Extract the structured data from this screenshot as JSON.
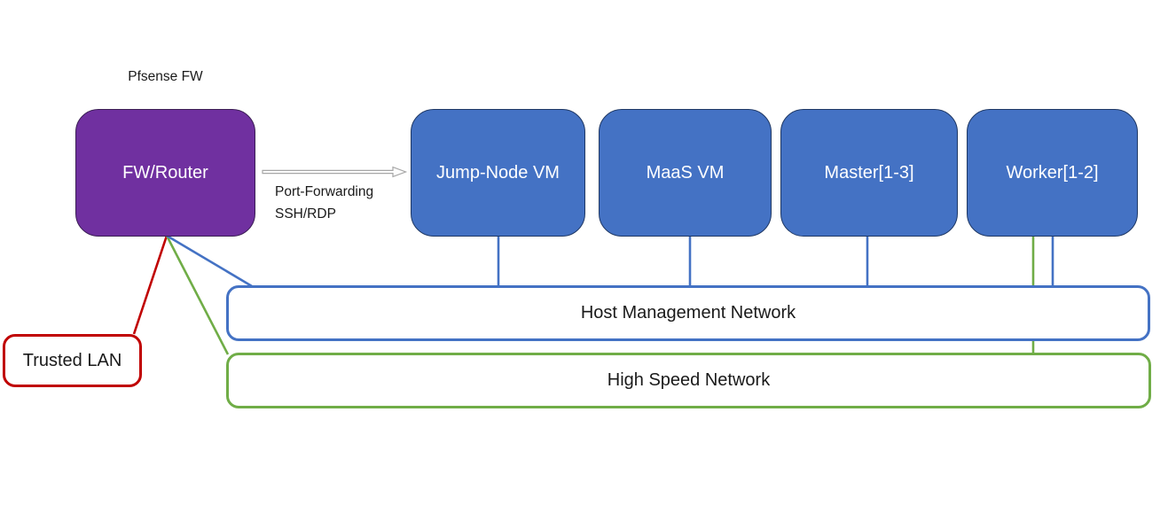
{
  "diagram": {
    "firewall": {
      "caption": "Pfsense FW",
      "label": "FW/Router"
    },
    "arrow": {
      "line1": "Port-Forwarding",
      "line2": "SSH/RDP"
    },
    "vm_nodes": [
      {
        "label": "Jump-Node VM"
      },
      {
        "label": "MaaS VM"
      },
      {
        "label": "Master[1-3]"
      },
      {
        "label": "Worker[1-2]"
      }
    ],
    "networks": [
      {
        "label": "Host Management Network"
      },
      {
        "label": "High Speed Network"
      }
    ],
    "trusted_lan": {
      "label": "Trusted LAN"
    },
    "links": [
      {
        "from": "FW/Router",
        "to": "Trusted LAN",
        "color": "red"
      },
      {
        "from": "FW/Router",
        "to": "Host Management Network",
        "color": "blue"
      },
      {
        "from": "FW/Router",
        "to": "High Speed Network",
        "color": "green"
      },
      {
        "from": "FW/Router",
        "to": "Jump-Node VM",
        "color": "gray",
        "type": "arrow"
      },
      {
        "from": "Jump-Node VM",
        "to": "Host Management Network",
        "color": "blue"
      },
      {
        "from": "MaaS VM",
        "to": "Host Management Network",
        "color": "blue"
      },
      {
        "from": "Master[1-3]",
        "to": "Host Management Network",
        "color": "blue"
      },
      {
        "from": "Worker[1-2]",
        "to": "Host Management Network",
        "color": "blue"
      },
      {
        "from": "Worker[1-2]",
        "to": "High Speed Network",
        "color": "green"
      }
    ],
    "colors": {
      "firewall_fill": "#7030A0",
      "firewall_border": "#3B1E54",
      "node_fill": "#4472C4",
      "node_border": "#1F3864",
      "blue_line": "#4472C4",
      "green_line": "#70AD47",
      "red_line": "#C00000",
      "arrow_gray": "#A6A6A6",
      "text_dark": "#1A1A1A",
      "text_light": "#FFFFFF",
      "background": "#FFFFFF"
    }
  }
}
